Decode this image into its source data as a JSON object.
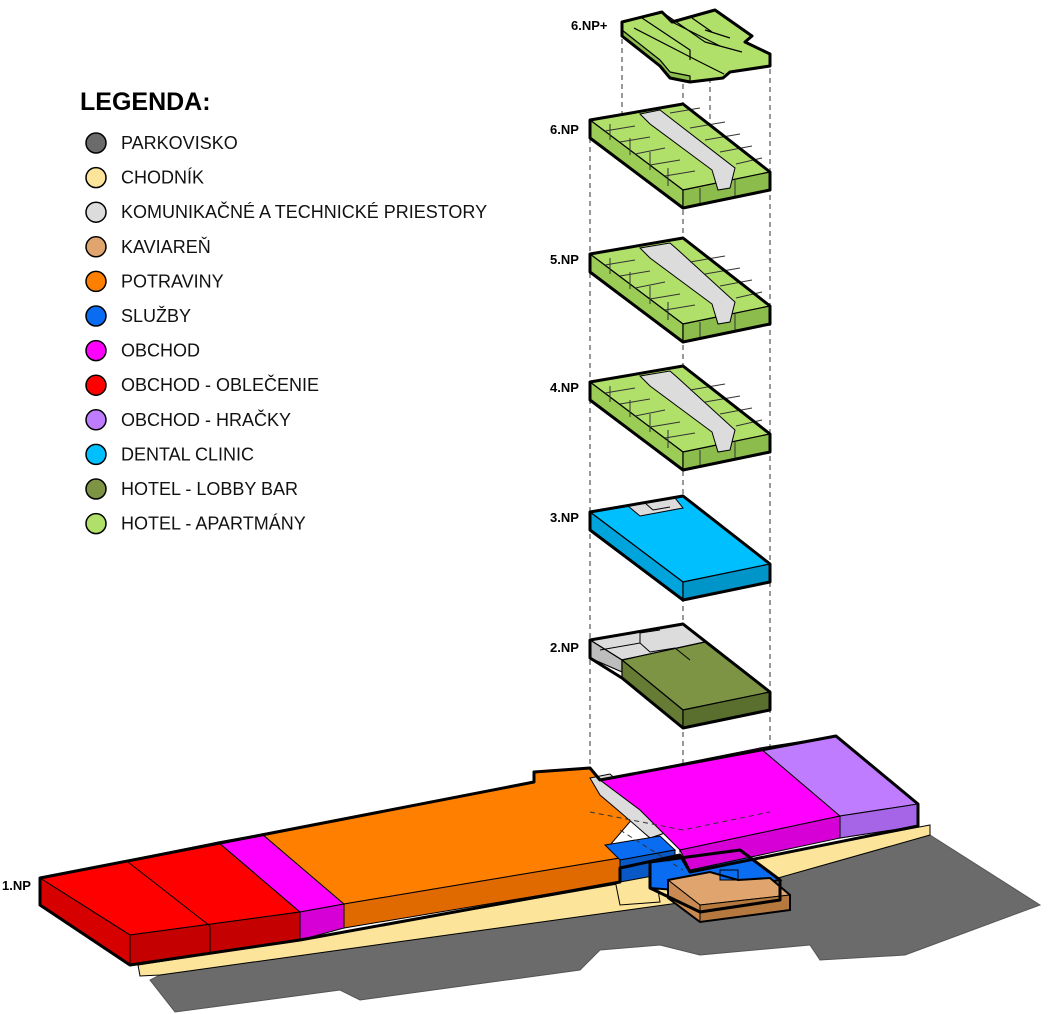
{
  "legend": {
    "title": "LEGENDA:",
    "items": [
      {
        "label": "PARKOVISKO",
        "color": "#6b6b6b"
      },
      {
        "label": "CHODNÍK",
        "color": "#fce49a"
      },
      {
        "label": "KOMUNIKAČNÉ A TECHNICKÉ PRIESTORY",
        "color": "#dcdcdc"
      },
      {
        "label": "KAVIAREŇ",
        "color": "#e0a56e"
      },
      {
        "label": "POTRAVINY",
        "color": "#ff8000"
      },
      {
        "label": "SLUŽBY",
        "color": "#0a6cf0"
      },
      {
        "label": "OBCHOD",
        "color": "#ff00ff"
      },
      {
        "label": "OBCHOD - OBLEČENIE",
        "color": "#ff0000"
      },
      {
        "label": "OBCHOD - HRAČKY",
        "color": "#c07cff"
      },
      {
        "label": "DENTAL CLINIC",
        "color": "#00bfff"
      },
      {
        "label": "HOTEL - LOBBY BAR",
        "color": "#7c9444"
      },
      {
        "label": "HOTEL - APARTMÁNY",
        "color": "#b0e06a"
      }
    ]
  },
  "floors": {
    "f6plus": "6.NP+",
    "f6": "6.NP",
    "f5": "5.NP",
    "f4": "4.NP",
    "f3": "3.NP",
    "f2": "2.NP",
    "f1": "1.NP"
  }
}
